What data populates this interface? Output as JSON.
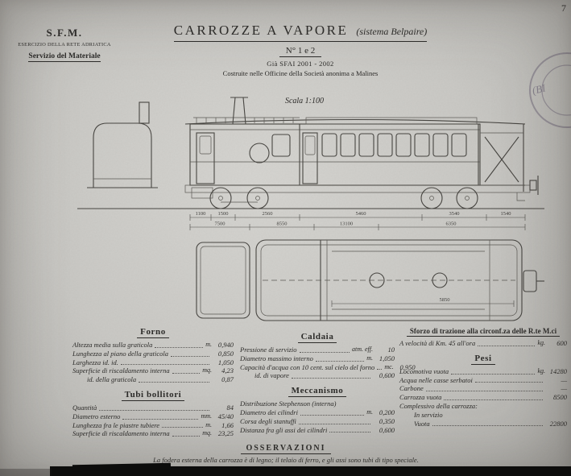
{
  "org": {
    "name": "S.F.M.",
    "subtitle": "ESERCIZIO DELLA RETE ADRIATICA",
    "department": "Servizio del Materiale"
  },
  "title_block": {
    "title": "CARROZZE A VAPORE",
    "subtitle": "(sistema Belpaire)",
    "numbers": "N° 1 e 2",
    "former_ids": "Già SFAI 2001 - 2002",
    "builder": "Costruite nelle Officine della Società anonima a Malines",
    "scale": "Scala 1:100"
  },
  "corner_mark": "7",
  "stamp": {
    "text": "(BI"
  },
  "drawing": {
    "dims": {
      "row1": [
        "1100",
        "1500",
        "2560",
        "5460",
        "3540",
        "1540"
      ],
      "row2": [
        "7500",
        "8550",
        "13100",
        "6350"
      ],
      "plan": [
        "5850"
      ]
    }
  },
  "specs": {
    "forno": {
      "title": "Forno",
      "rows": [
        {
          "label": "Altezza media sulla graticola",
          "unit": "m.",
          "value": "0,940"
        },
        {
          "label": "Lunghezza al piano della graticola",
          "unit": "",
          "value": "0,850"
        },
        {
          "label": "Larghezza id. id.",
          "unit": "",
          "value": "1,050"
        },
        {
          "label": "Superficie di riscaldamento interna",
          "unit": "mq.",
          "value": "4,23"
        },
        {
          "label": "id. della graticola",
          "unit": "",
          "value": "0,87",
          "indent": true
        }
      ]
    },
    "tubi": {
      "title": "Tubi bollitori",
      "rows": [
        {
          "label": "Quantità",
          "unit": "",
          "value": "84"
        },
        {
          "label": "Diametro esterno",
          "unit": "mm.",
          "value": "45/40"
        },
        {
          "label": "Lunghezza fra le piastre tubiere",
          "unit": "m.",
          "value": "1,66"
        },
        {
          "label": "Superficie di riscaldamento interna",
          "unit": "mq.",
          "value": "23,25"
        }
      ]
    },
    "caldaia": {
      "title": "Caldaia",
      "rows": [
        {
          "label": "Pressione di servizio",
          "unit": "atm. eff.",
          "value": "10"
        },
        {
          "label": "Diametro massimo interno",
          "unit": "m.",
          "value": "1,050"
        },
        {
          "label": "Capacità d'acqua con 10 cent. sul cielo del forno",
          "unit": "mc.",
          "value": "0,950"
        },
        {
          "label": "id. di vapore",
          "unit": "",
          "value": "0,600",
          "indent": true
        }
      ]
    },
    "meccanismo": {
      "title": "Meccanismo",
      "rows": [
        {
          "label": "Distribuzione Stephenson (interna)",
          "unit": "",
          "value": ""
        },
        {
          "label": "Diametro dei cilindri",
          "unit": "m.",
          "value": "0,200"
        },
        {
          "label": "Corsa degli stantuffi",
          "unit": "",
          "value": "0,350"
        },
        {
          "label": "Distanza fra gli assi dei cilindri",
          "unit": "",
          "value": "0,600"
        }
      ]
    },
    "trazione": {
      "title": "Sforzo di trazione alla circonf.za delle R.te M.ci",
      "rows": [
        {
          "label": "A velocità di Km. 45 all'ora",
          "unit": "kg.",
          "value": "600"
        }
      ]
    },
    "pesi": {
      "title": "Pesi",
      "rows": [
        {
          "label": "Locomotiva vuota",
          "unit": "kg.",
          "value": "14280"
        },
        {
          "label": "Acqua nelle casse serbatoi",
          "unit": "",
          "value": "—"
        },
        {
          "label": "Carbone",
          "unit": "",
          "value": "—"
        },
        {
          "label": "Carrozza vuota",
          "unit": "",
          "value": "8500"
        },
        {
          "label": "Complessivo della carrozza:",
          "unit": "",
          "value": ""
        },
        {
          "label": "In servizio",
          "unit": "",
          "value": "",
          "indent": true
        },
        {
          "label": "Vuota",
          "unit": "",
          "value": "22800",
          "indent": true
        }
      ]
    }
  },
  "osservazioni": {
    "title": "OSSERVAZIONI",
    "text": "La fodera esterna della carrozza è di legno; il telaio di ferro, e gli assi sono tubi di tipo speciale."
  }
}
